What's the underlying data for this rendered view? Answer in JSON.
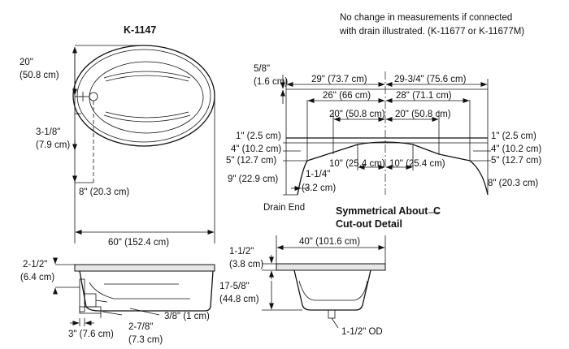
{
  "model": "K-1147",
  "note": {
    "line1": "No change in measurements if connected",
    "line2": "with drain illustrated. (K-11677 or K-11677M)"
  },
  "plan_view": {
    "width_in": "20\"",
    "width_cm": "(50.8 cm)",
    "drain_offset_in": "3-1/8\"",
    "drain_offset_cm": "(7.9 cm)",
    "drain_depth": "8\" (20.3 cm)",
    "length": "60\" (152.4 cm)"
  },
  "side_view": {
    "rim_in": "2-1/2\"",
    "rim_cm": "(6.4 cm)",
    "drain_side": "3\" (7.6 cm)",
    "drain_width_in": "2-7/8\"",
    "drain_width_cm": "(7.3 cm)",
    "small": "3/8\" (1 cm)"
  },
  "cutout": {
    "top_offset_in": "5/8\"",
    "top_offset_cm": "(1.6 cm)",
    "left_half": "29\" (73.7 cm)",
    "right_half": "29-3/4\" (75.6 cm)",
    "inner_left": "26\" (66 cm)",
    "inner_right": "28\" (71.1 cm)",
    "mid_left": "20\" (50.8 cm)",
    "mid_right": "20\" (50.8 cm)",
    "left_1": "1\" (2.5 cm)",
    "left_4": "4\" (10.2 cm)",
    "left_5": "5\" (12.7 cm)",
    "left_9": "9\" (22.9 cm)",
    "right_1": "1\" (2.5 cm)",
    "right_4": "4\" (10.2 cm)",
    "right_5": "5\" (12.7 cm)",
    "right_8": "8\" (20.3 cm)",
    "center_left": "10\" (25.4 cm)",
    "center_right": "10\" (25.4 cm)",
    "drain_in": "1-1/4\"",
    "drain_cm": "(3.2 cm)",
    "drain_end": "Drain End",
    "caption1": "Symmetrical About",
    "caption_symbol": "C",
    "caption2": "Cut-out Detail"
  },
  "end_view": {
    "width": "40\" (101.6 cm)",
    "rim_in": "1-1/2\"",
    "rim_cm": "(3.8 cm)",
    "height_in": "17-5/8\"",
    "height_cm": "(44.8 cm)",
    "outlet": "1-1/2\" OD"
  }
}
